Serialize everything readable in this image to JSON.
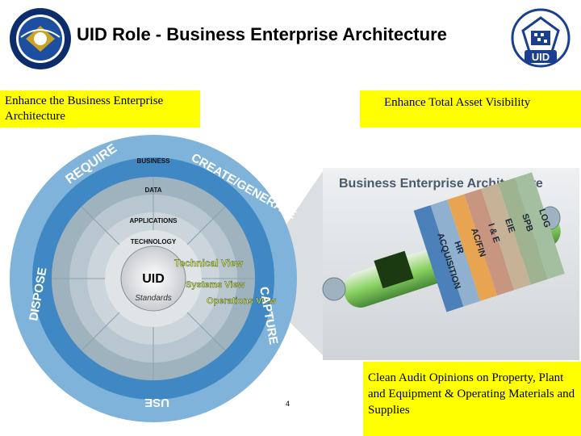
{
  "header": {
    "title": "UID Role - Business Enterprise Architecture",
    "left_logo": "department-of-defense-seal",
    "right_logo": "uid-logo",
    "right_logo_text": "UID"
  },
  "callouts": {
    "top_left": "Enhance the Business Enterprise Architecture",
    "top_right": "Enhance Total Asset Visibility",
    "bottom_right": "Clean Audit Opinions on Property, Plant and Equipment & Operating Materials and Supplies"
  },
  "diagram": {
    "lifecycle_phases": [
      "REQUIRE",
      "CREATE/GENERATE",
      "CAPTURE",
      "USE",
      "DISPOSE"
    ],
    "rings": [
      "BUSINESS",
      "DATA",
      "APPLICATIONS",
      "TECHNOLOGY",
      "Standards"
    ],
    "center_label": "UID",
    "views": [
      "Technical View",
      "Systems View",
      "Operations View"
    ],
    "bea_panel_title": "Business Enterprise Architecture",
    "cylinder_labels": [
      "ACQUISITION",
      "HR",
      "AC/FIN",
      "I & E",
      "EIE",
      "SPB",
      "LOG"
    ]
  },
  "colors": {
    "callout_bg": "#ffff00",
    "ring_outer": "#3b8fc6",
    "panel_bg": "#dfe3e6"
  },
  "page_number": "4"
}
